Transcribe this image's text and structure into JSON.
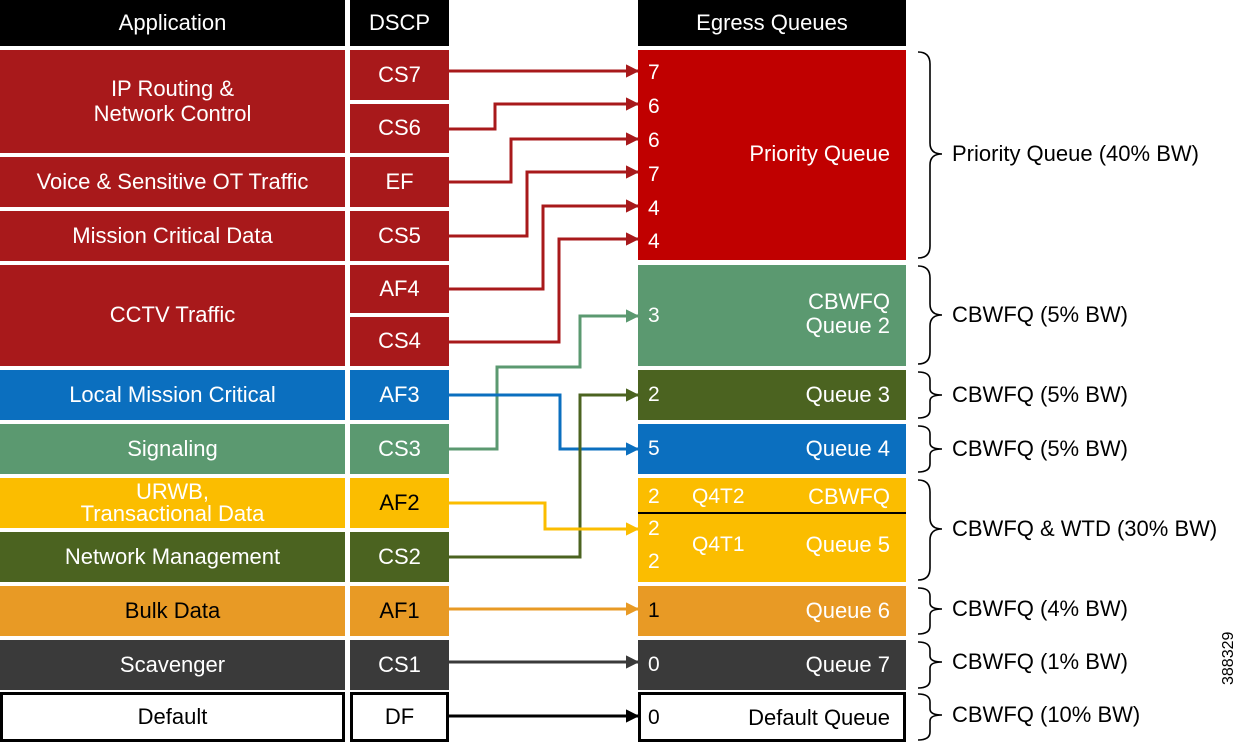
{
  "headers": {
    "application": "Application",
    "dscp": "DSCP",
    "egress": "Egress Queues"
  },
  "applications": [
    {
      "label": "IP Routing &\nNetwork Control",
      "color": "#a8191b"
    },
    {
      "label": "Voice & Sensitive OT Traffic",
      "color": "#a8191b"
    },
    {
      "label": "Mission Critical Data",
      "color": "#a8191b"
    },
    {
      "label": "CCTV Traffic",
      "color": "#a8191b"
    },
    {
      "label": "Local Mission Critical",
      "color": "#0b6fbf"
    },
    {
      "label": "Signaling",
      "color": "#5b9970"
    },
    {
      "label": "URWB,\nTransactional Data",
      "color": "#fbbd00"
    },
    {
      "label": "Network Management",
      "color": "#4b6320"
    },
    {
      "label": "Bulk Data",
      "color": "#e89a25"
    },
    {
      "label": "Scavenger",
      "color": "#3a3a3a"
    },
    {
      "label": "Default",
      "color": "#ffffff"
    }
  ],
  "dscp": [
    "CS7",
    "CS6",
    "EF",
    "CS5",
    "AF4",
    "CS4",
    "AF3",
    "CS3",
    "AF2",
    "CS2",
    "AF1",
    "CS1",
    "DF"
  ],
  "queues": {
    "priority": {
      "label": "Priority Queue",
      "numbers": [
        "7",
        "6",
        "6",
        "7",
        "4",
        "4"
      ],
      "color": "#c00000"
    },
    "q2": {
      "label": "CBWFQ\nQueue 2",
      "number": "3",
      "color": "#5b9970"
    },
    "q3": {
      "label": "Queue 3",
      "number": "2",
      "color": "#4b6320"
    },
    "q4": {
      "label": "Queue 4",
      "number": "5",
      "color": "#0b6fbf"
    },
    "q5": {
      "top_num": "2",
      "top_thresh": "Q4T2",
      "top_label": "CBWFQ",
      "bottom_nums": [
        "2",
        "2"
      ],
      "bottom_thresh": "Q4T1",
      "bottom_label": "Queue 5",
      "color": "#fbbd00"
    },
    "q6": {
      "label": "Queue 6",
      "number": "1",
      "color": "#e89a25"
    },
    "q7": {
      "label": "Queue 7",
      "number": "0",
      "color": "#3a3a3a"
    },
    "default": {
      "label": "Default Queue",
      "number": "0"
    }
  },
  "bandwidth": [
    "Priority Queue (40% BW)",
    "CBWFQ (5% BW)",
    "CBWFQ (5% BW)",
    "CBWFQ (5% BW)",
    "CBWFQ & WTD (30% BW)",
    "CBWFQ (4% BW)",
    "CBWFQ (1% BW)",
    "CBWFQ (10% BW)"
  ],
  "figure_id": "388329"
}
